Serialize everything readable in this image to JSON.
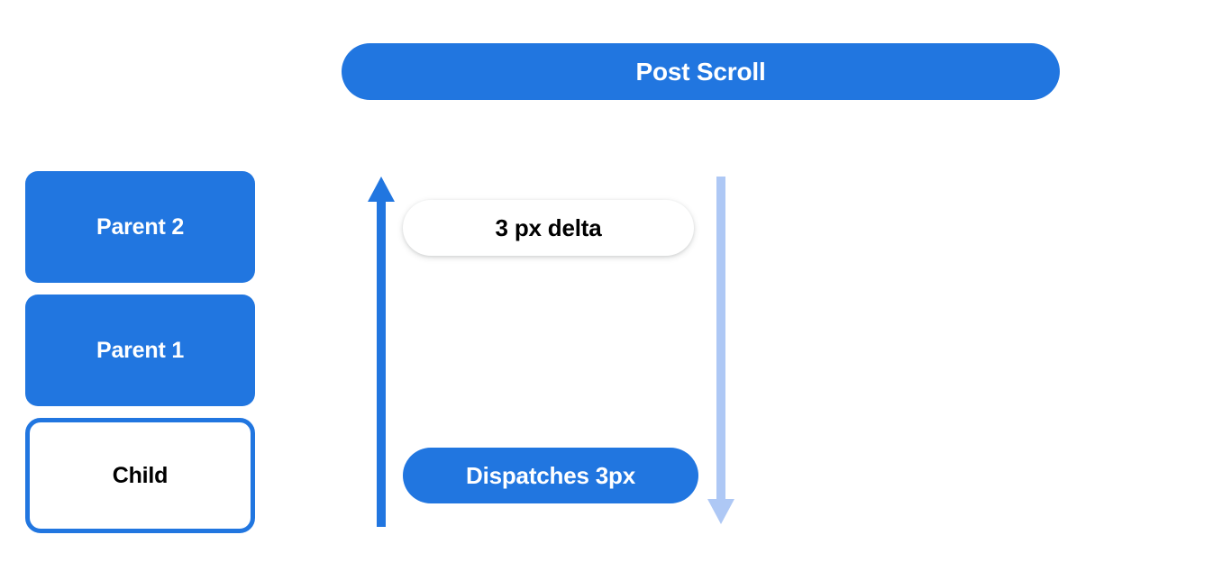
{
  "header": {
    "title": "Post Scroll"
  },
  "stack": {
    "boxes": [
      {
        "label": "Parent 2",
        "style": "filled"
      },
      {
        "label": "Parent 1",
        "style": "filled"
      },
      {
        "label": "Child",
        "style": "outlined"
      }
    ]
  },
  "arrows": [
    {
      "name": "scroll-up-arrow",
      "direction": "up",
      "color": "#2176e0"
    },
    {
      "name": "dispatch-down-arrow",
      "direction": "down",
      "color": "#aec8f5"
    }
  ],
  "callouts": {
    "delta": "3 px delta",
    "dispatch": "Dispatches 3px"
  },
  "colors": {
    "primary_blue": "#2176e0",
    "light_blue": "#aec8f5",
    "white": "#ffffff",
    "black": "#000000",
    "background": "#ffffff"
  }
}
